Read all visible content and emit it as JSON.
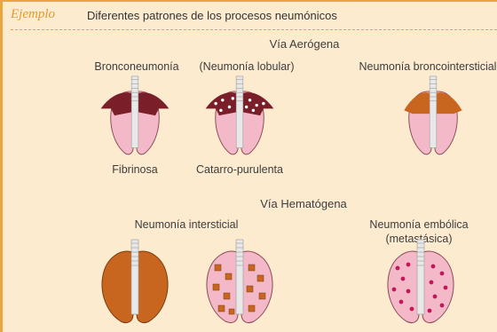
{
  "header": {
    "tag": "Ejemplo",
    "title": "Diferentes patrones de los procesos neumónicos"
  },
  "aerogenous": {
    "heading": "Vía Aerógena",
    "labels": {
      "bronconeumonia": "Bronconeumonía",
      "neumonia_lobular": "(Neumonía lobular)",
      "neumonia_broncointersticial": "Neumonía broncointersticial",
      "fibrinosa": "Fibrinosa",
      "catarro_purulenta": "Catarro-purulenta"
    }
  },
  "hematogenous": {
    "heading": "Vía Hematógena",
    "labels": {
      "neumonia_intersticial": "Neumonía intersticial",
      "neumonia_embolica_1": "Neumonía embólica",
      "neumonia_embolica_2": "(metastásica)"
    }
  },
  "colors": {
    "frame": "#e9a640",
    "background": "#fdebd0",
    "tag": "#e29a2e",
    "lung_pink": "#f3b9c8",
    "lung_outline": "#8a4a55",
    "dark_red": "#7a1e2a",
    "orange_brown": "#c8661f",
    "trachea": "#e8e8e8"
  },
  "lungs": [
    {
      "id": "lung-fibrinosa",
      "pattern": "dark-red-upper-lobes"
    },
    {
      "id": "lung-catarro-purulenta",
      "pattern": "dark-red-with-white-spots"
    },
    {
      "id": "lung-broncointersticial",
      "pattern": "orange-upper-lobes"
    },
    {
      "id": "lung-intersticial",
      "pattern": "orange-full"
    },
    {
      "id": "lung-intersticial-squares",
      "pattern": "pink-with-orange-squares"
    },
    {
      "id": "lung-embolica",
      "pattern": "pink-with-red-dots"
    }
  ]
}
